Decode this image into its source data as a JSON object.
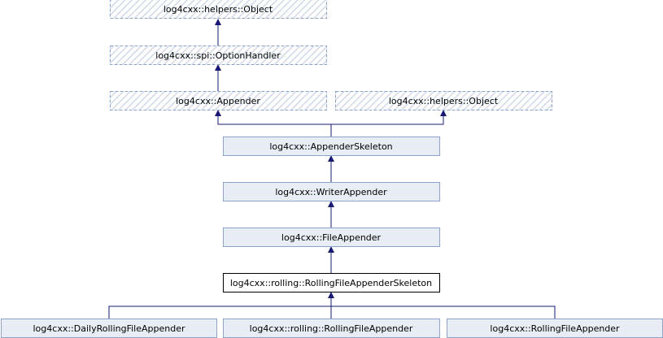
{
  "diagram": {
    "title": "Inheritance diagram for log4cxx::rolling::RollingFileAppenderSkeleton",
    "colors": {
      "edge": "#191970",
      "solid_fill": "#e8ecf5",
      "solid_border": "#8fa3c9",
      "hatched_border": "#8fa3c9",
      "hatch": "#c8d2e4",
      "current_border": "#000000",
      "current_fill": "#ffffff"
    },
    "nodes": [
      {
        "id": "helpers-object-top",
        "label": "log4cxx::helpers::Object",
        "style": "hatched"
      },
      {
        "id": "option-handler",
        "label": "log4cxx::spi::OptionHandler",
        "style": "hatched"
      },
      {
        "id": "appender",
        "label": "log4cxx::Appender",
        "style": "hatched"
      },
      {
        "id": "helpers-object-right",
        "label": "log4cxx::helpers::Object",
        "style": "hatched"
      },
      {
        "id": "appender-skeleton",
        "label": "log4cxx::AppenderSkeleton",
        "style": "solid"
      },
      {
        "id": "writer-appender",
        "label": "log4cxx::WriterAppender",
        "style": "solid"
      },
      {
        "id": "file-appender",
        "label": "log4cxx::FileAppender",
        "style": "solid"
      },
      {
        "id": "rolling-file-appender-skeleton",
        "label": "log4cxx::rolling::RollingFileAppenderSkeleton",
        "style": "current"
      },
      {
        "id": "daily-rolling-file-appender",
        "label": "log4cxx::DailyRollingFileAppender",
        "style": "solid"
      },
      {
        "id": "rolling-rolling-file-appender",
        "label": "log4cxx::rolling::RollingFileAppender",
        "style": "solid"
      },
      {
        "id": "rolling-file-appender",
        "label": "log4cxx::RollingFileAppender",
        "style": "solid"
      }
    ],
    "edges": [
      {
        "from": "option-handler",
        "to": "helpers-object-top"
      },
      {
        "from": "appender",
        "to": "option-handler"
      },
      {
        "from": "appender-skeleton",
        "to": "appender"
      },
      {
        "from": "appender-skeleton",
        "to": "helpers-object-right"
      },
      {
        "from": "writer-appender",
        "to": "appender-skeleton"
      },
      {
        "from": "file-appender",
        "to": "writer-appender"
      },
      {
        "from": "rolling-file-appender-skeleton",
        "to": "file-appender"
      },
      {
        "from": "daily-rolling-file-appender",
        "to": "rolling-file-appender-skeleton"
      },
      {
        "from": "rolling-rolling-file-appender",
        "to": "rolling-file-appender-skeleton"
      },
      {
        "from": "rolling-file-appender",
        "to": "rolling-file-appender-skeleton"
      }
    ]
  }
}
